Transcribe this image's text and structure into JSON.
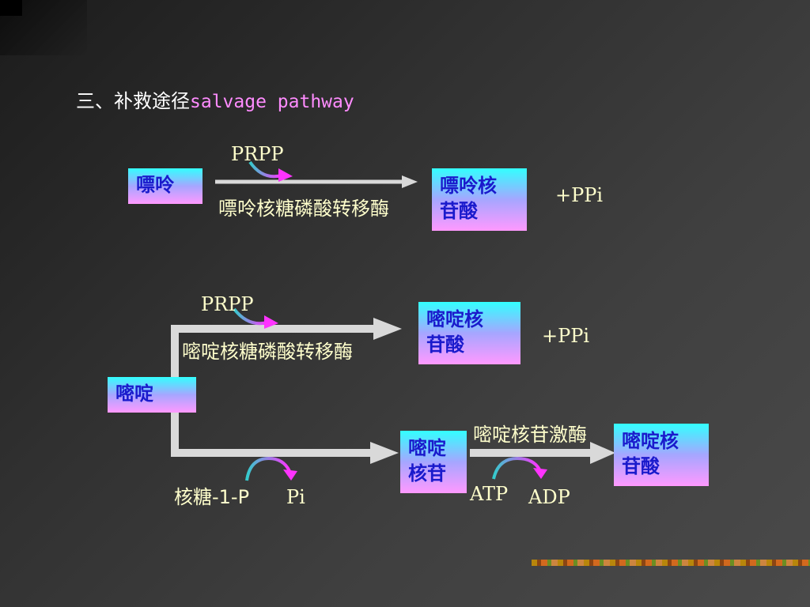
{
  "title": {
    "cn": "三、补救途径",
    "en": "salvage pathway"
  },
  "purine": {
    "substrate": "嘌呤",
    "product": "嘌呤核\n苷酸",
    "cofactor": "PRPP",
    "enzyme": "嘌呤核糖磷酸转移酶",
    "byproduct": "+PPi"
  },
  "pyrimidine": {
    "substrate": "嘧啶",
    "upper": {
      "product": "嘧啶核\n苷酸",
      "cofactor": "PRPP",
      "enzyme": "嘧啶核糖磷酸转移酶",
      "byproduct": "+PPi"
    },
    "lower": {
      "cofactor_in": "核糖-1-P",
      "cofactor_out": "Pi",
      "intermediate": "嘧啶\n核苷",
      "enzyme": "嘧啶核苷激酶",
      "atp": "ATP",
      "adp": "ADP",
      "product": "嘧啶核\n苷酸"
    }
  },
  "colors": {
    "box_top": "#33ffff",
    "box_bottom": "#ff99ff",
    "box_text": "#1a1acc",
    "label_text": "#ffffcc",
    "title_en": "#ff8cff",
    "arrow": "#d9d9d9",
    "curve_cyan": "#33cccc",
    "curve_magenta": "#ff33ff"
  }
}
